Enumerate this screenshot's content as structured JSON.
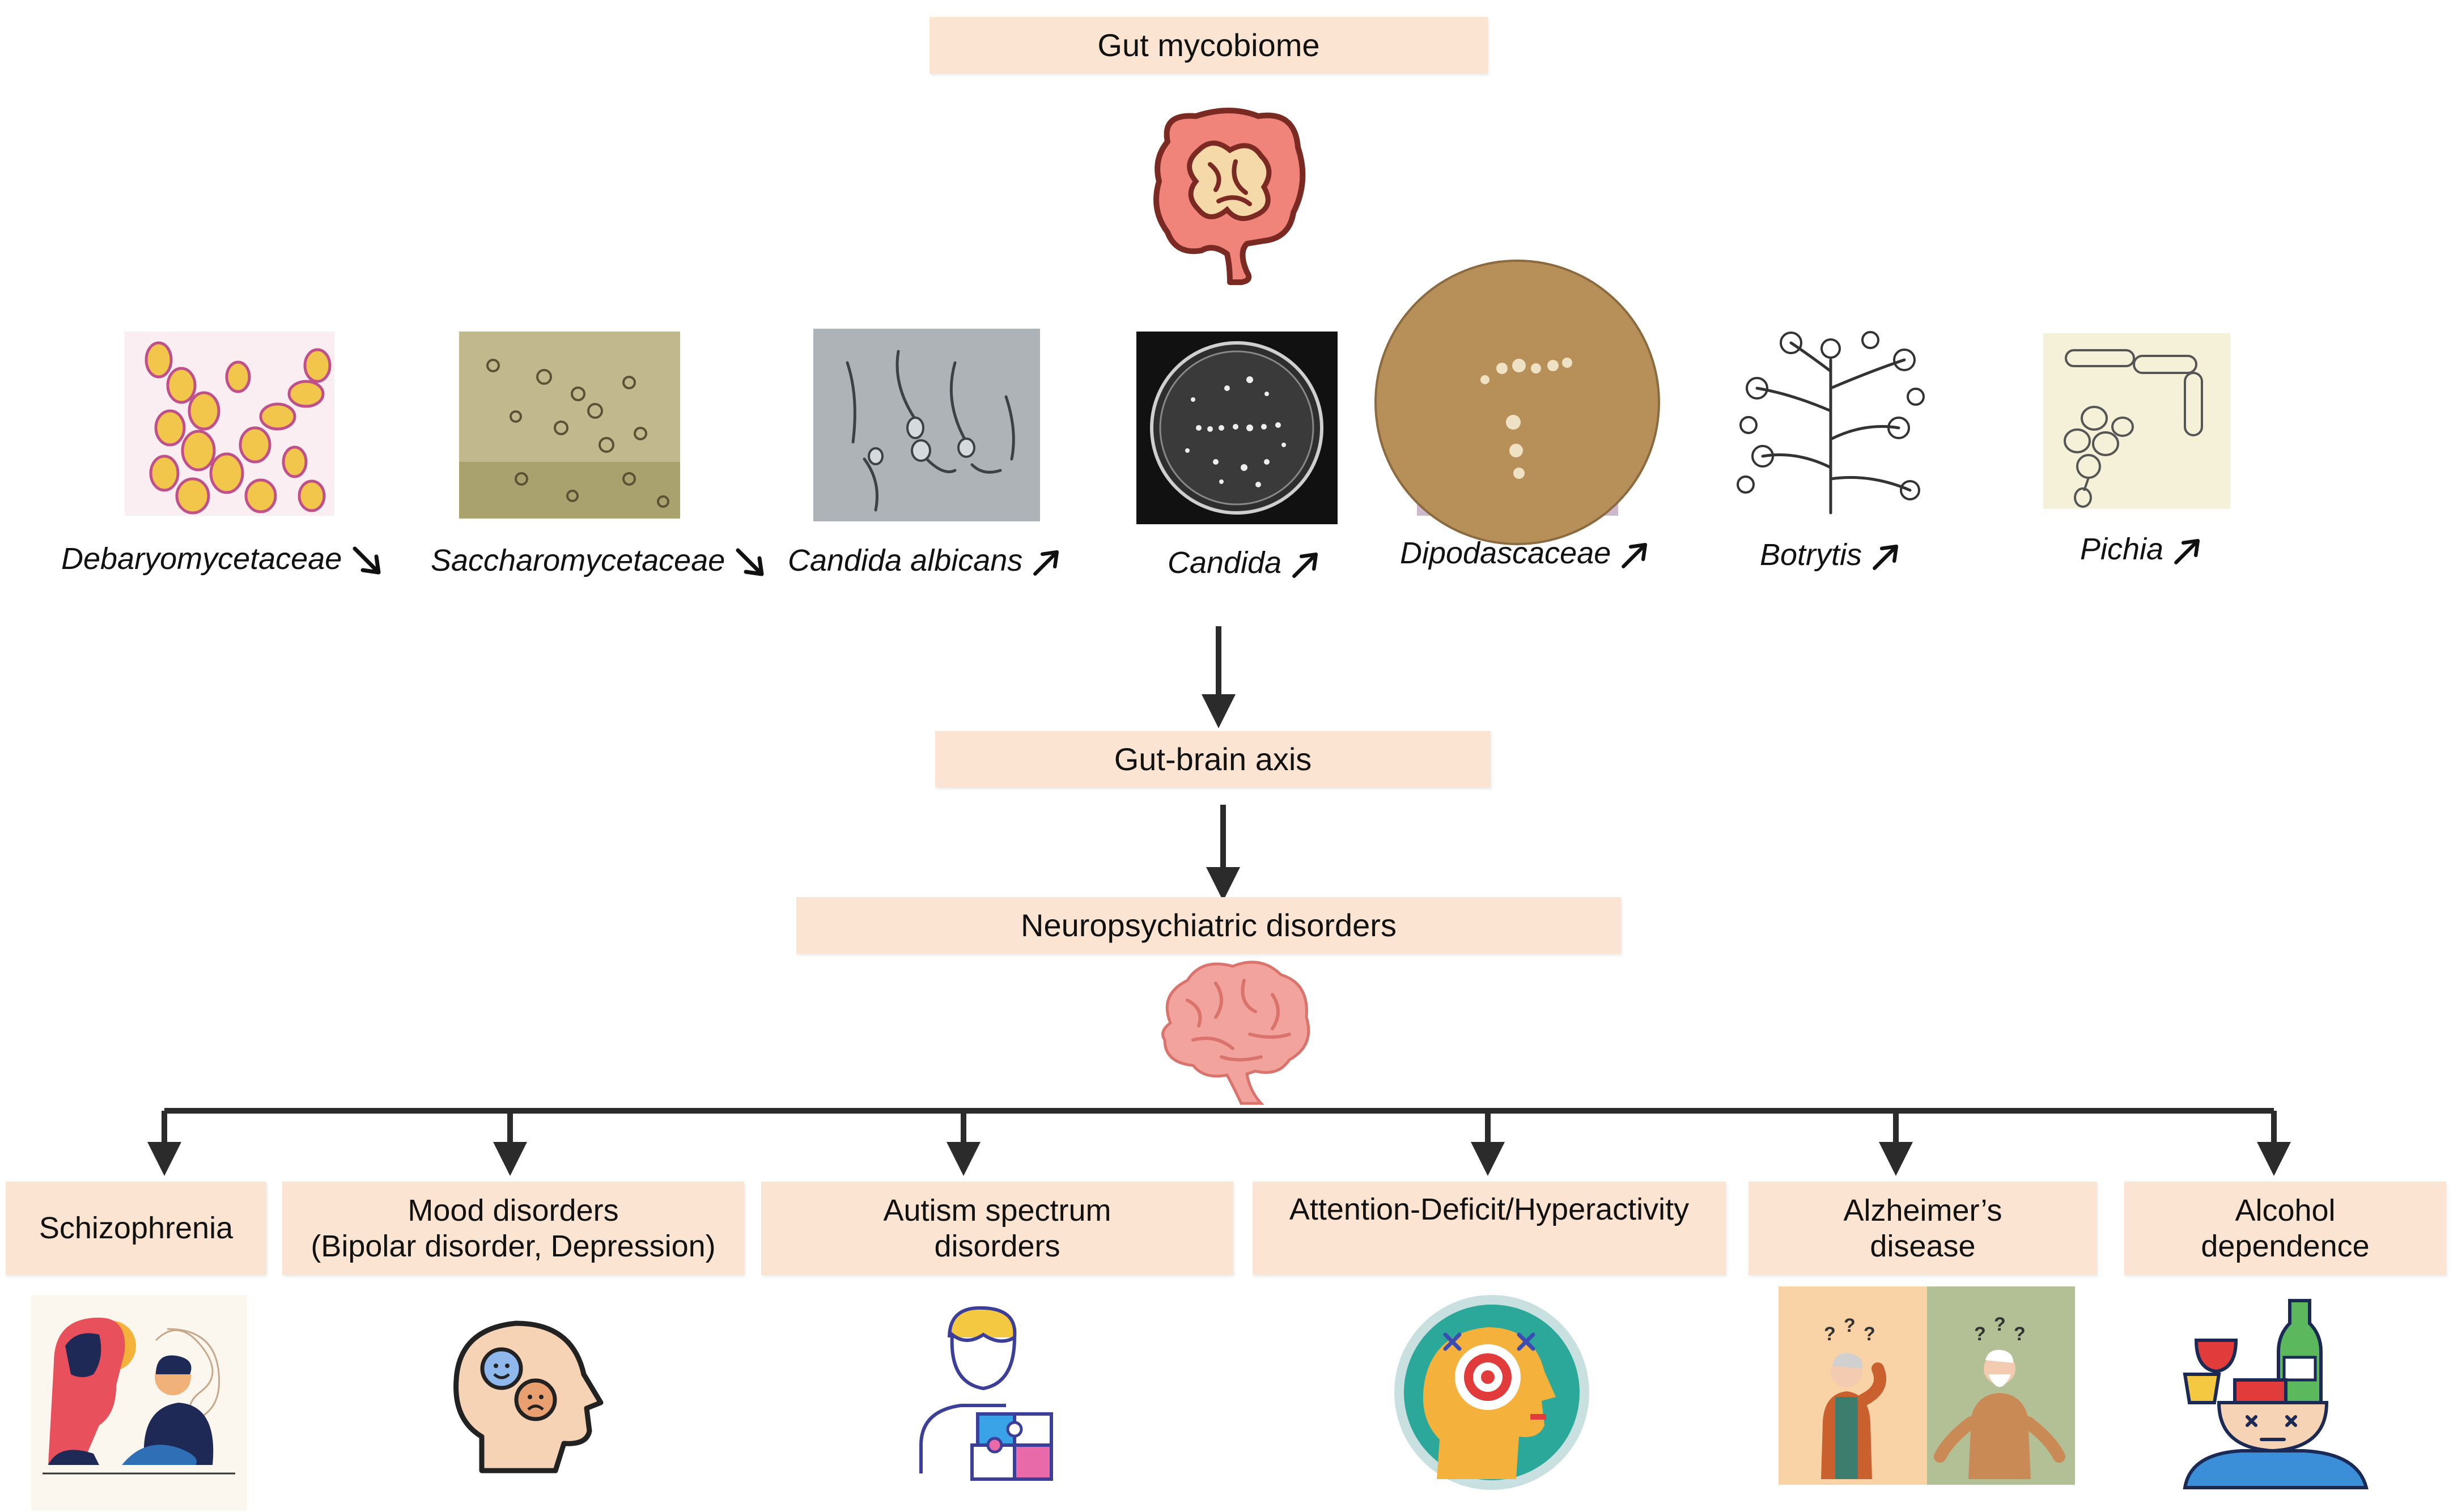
{
  "top": {
    "title": "Gut mycobiome"
  },
  "fungi": [
    {
      "name": "Debaryomycetaceae",
      "trend": "down"
    },
    {
      "name": "Saccharomycetaceae",
      "trend": "down"
    },
    {
      "name": "Candida albicans",
      "trend": "up"
    },
    {
      "name": "Candida",
      "trend": "up"
    },
    {
      "name": "Dipodascaceae",
      "trend": "up"
    },
    {
      "name": "Botrytis",
      "trend": "up"
    },
    {
      "name": "Pichia",
      "trend": "up"
    }
  ],
  "axis": {
    "title": "Gut-brain axis"
  },
  "disorders": {
    "title": "Neuropsychiatric disorders",
    "items": [
      {
        "line1": "Schizophrenia",
        "line2": ""
      },
      {
        "line1": "Mood disorders",
        "line2": "(Bipolar disorder, Depression)"
      },
      {
        "line1": "Autism spectrum",
        "line2": "disorders"
      },
      {
        "line1": "Attention-Deficit/Hyperactivity",
        "line2": ""
      },
      {
        "line1": "Alzheimer’s",
        "line2": "disease"
      },
      {
        "line1": "Alcohol",
        "line2": "dependence"
      }
    ]
  },
  "icons": [
    "intestine-icon",
    "yeast-cells-image",
    "budding-cells-image",
    "hyphae-image",
    "petri-dish-colonies-image",
    "petri-dish-agar-image",
    "botrytis-sketch-image",
    "pichia-sketch-image",
    "brain-icon",
    "schizophrenia-illustration",
    "mood-head-icon",
    "autism-puzzle-icon",
    "adhd-target-head-icon",
    "alzheimer-elderly-image",
    "alcohol-head-icon"
  ],
  "colors": {
    "box_fill": "#fbe5d2",
    "connector": "#2b2b2b",
    "text": "#111111"
  }
}
